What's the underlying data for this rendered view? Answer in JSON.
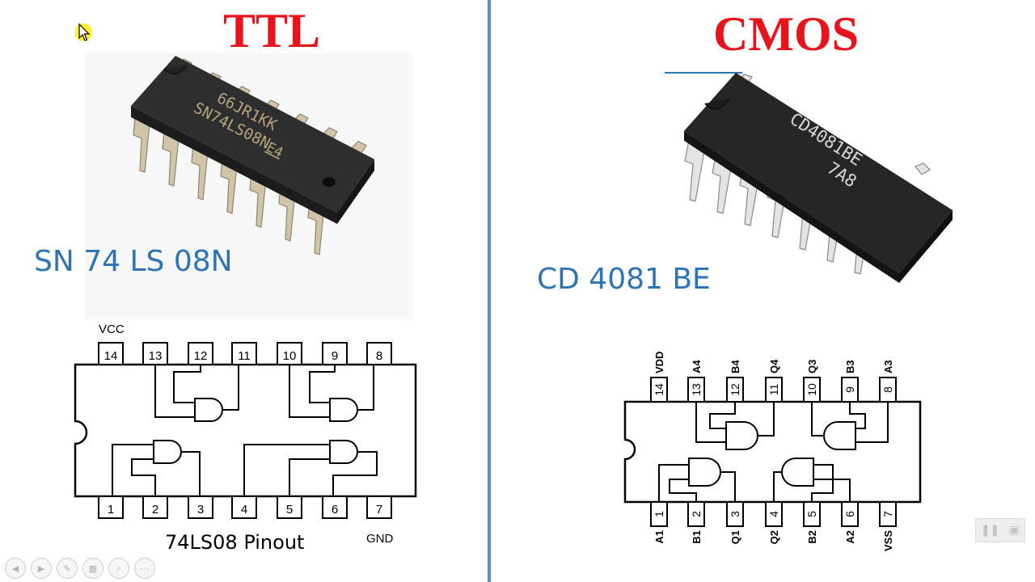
{
  "left": {
    "title": "TTL",
    "chip_marking_line1": "66JR1KK",
    "chip_marking_line2": "SN74LS08N",
    "chip_marking_suffix": "E4",
    "part_number": "SN 74 LS 08N",
    "vcc_label": "VCC",
    "gnd_label": "GND",
    "caption": "74LS08 Pinout",
    "top_pins": [
      "14",
      "13",
      "12",
      "11",
      "10",
      "9",
      "8"
    ],
    "bottom_pins": [
      "1",
      "2",
      "3",
      "4",
      "5",
      "6",
      "7"
    ]
  },
  "right": {
    "title": "CMOS",
    "chip_marking_line1": "CD4081BE",
    "chip_marking_line2": "7A8",
    "part_number": "CD 4081 BE",
    "top_pin_names": [
      "VDD",
      "A4",
      "B4",
      "Q4",
      "Q3",
      "B3",
      "A3"
    ],
    "top_pins": [
      "14",
      "13",
      "12",
      "11",
      "10",
      "9",
      "8"
    ],
    "bottom_pins": [
      "1",
      "2",
      "3",
      "4",
      "5",
      "6",
      "7"
    ],
    "bottom_pin_names": [
      "A1",
      "B1",
      "Q1",
      "Q2",
      "B2",
      "A2",
      "VSS"
    ]
  },
  "colors": {
    "title_red": "#e8141b",
    "part_blue": "#2e74b5",
    "divider_blue": "#5b8fd1"
  },
  "icons": [
    "cursor-arrow-icon",
    "previous-icon",
    "next-icon",
    "pen-icon",
    "slides-icon",
    "zoom-icon",
    "more-icon",
    "pause-icon",
    "screen-icon"
  ]
}
